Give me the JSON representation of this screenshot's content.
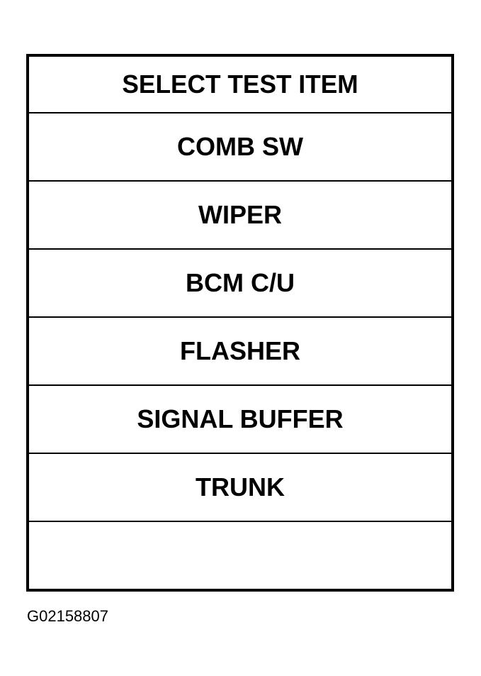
{
  "screen": {
    "title": "SELECT TEST ITEM",
    "items": [
      {
        "label": "COMB SW"
      },
      {
        "label": "WIPER"
      },
      {
        "label": "BCM C/U"
      },
      {
        "label": "FLASHER"
      },
      {
        "label": "SIGNAL BUFFER"
      },
      {
        "label": "TRUNK"
      },
      {
        "label": ""
      }
    ]
  },
  "figure_id": "G02158807",
  "colors": {
    "background": "#ffffff",
    "border": "#000000",
    "text": "#000000"
  }
}
